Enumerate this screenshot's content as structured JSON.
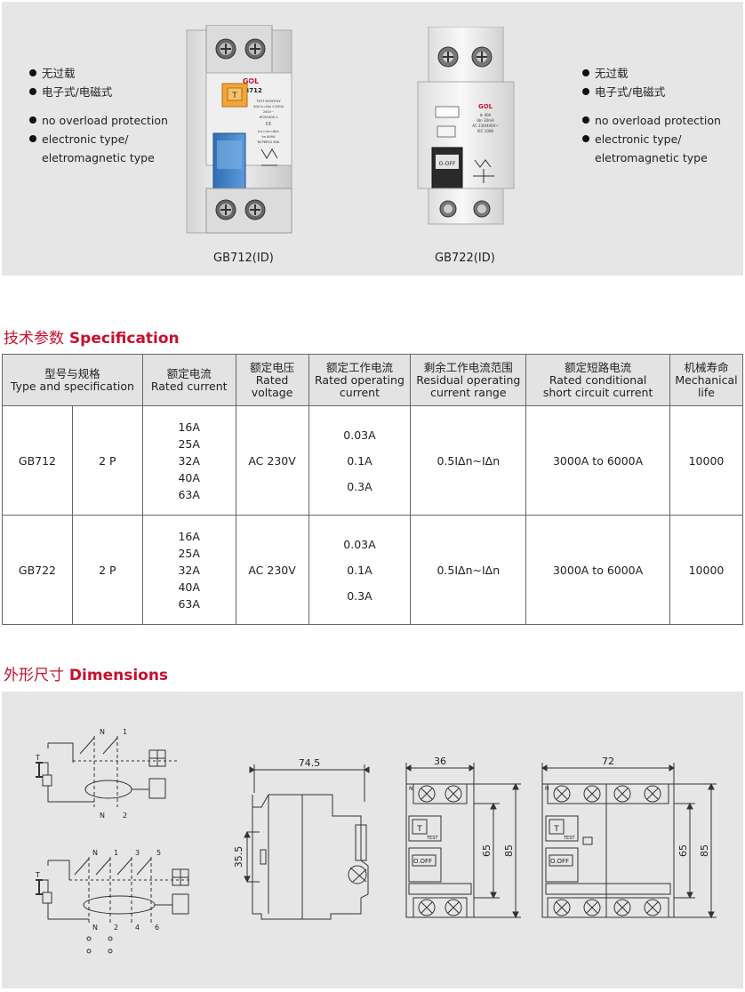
{
  "features_left": {
    "cn1": "无过载",
    "cn2": "电子式/电磁式",
    "en1": "no overload protection",
    "en2a": "electronic type/",
    "en2b": "eletromagnetic type"
  },
  "features_right": {
    "cn1": "无过载",
    "cn2": "电子式/电磁式",
    "en1": "no overload protection",
    "en2a": "electronic type/",
    "en2b": "eletromagnetic type"
  },
  "products": [
    {
      "caption": "GB712(ID)",
      "brand": "G✪L",
      "model": "GB712",
      "test_btn": "T",
      "label_lines": [
        "TEST MONTHLY",
        "40A ln=IΔn 0.030A",
        "240V~",
        "IEC61008-1",
        "C€",
        "Inc=lnc=6kA",
        "Im 800A",
        "BCP8P2G 80A"
      ]
    },
    {
      "caption": "GB722(ID)",
      "brand": "G✪L",
      "label_lines": [
        "In 40A",
        "IΔn 30mA",
        "AC 230/400V~",
        "IEC 1008"
      ],
      "off_label": "O-OFF"
    }
  ],
  "spec_section": {
    "title_cn": "技术参数",
    "title_en": "Specification"
  },
  "spec_table": {
    "headers": {
      "type": {
        "cn": "型号与规格",
        "en": "Type and specification"
      },
      "current": {
        "cn": "额定电流",
        "en": "Rated current"
      },
      "voltage": {
        "cn": "额定电压",
        "en1": "Rated",
        "en2": "voltage"
      },
      "operating": {
        "cn": "额定工作电流",
        "en1": "Rated operating",
        "en2": "current"
      },
      "residual": {
        "cn": "剩余工作电流范围",
        "en1": "Residual operating",
        "en2": "current range"
      },
      "short": {
        "cn": "额定短路电流",
        "en1": "Rated conditional",
        "en2": "short circuit current"
      },
      "life": {
        "cn": "机械寿命",
        "en1": "Mechanical",
        "en2": "life"
      }
    },
    "rows": [
      {
        "model": "GB712",
        "poles": "2 P",
        "currents": [
          "16A",
          "25A",
          "32A",
          "40A",
          "63A"
        ],
        "voltage": "AC 230V",
        "operating": [
          "0.03A",
          "0.1A",
          "0.3A"
        ],
        "residual": "0.5IΔn~IΔn",
        "short": "3000A to 6000A",
        "life": "10000"
      },
      {
        "model": "GB722",
        "poles": "2 P",
        "currents": [
          "16A",
          "25A",
          "32A",
          "40A",
          "63A"
        ],
        "voltage": "AC 230V",
        "operating": [
          "0.03A",
          "0.1A",
          "0.3A"
        ],
        "residual": "0.5IΔn~IΔn",
        "short": "3000A to 6000A",
        "life": "10000"
      }
    ]
  },
  "dim_section": {
    "title_cn": "外形尺寸",
    "title_en": "Dimensions"
  },
  "drawings": {
    "schematic1": {
      "t": "T",
      "n_top": "N",
      "one": "1",
      "n_bot": "N",
      "two": "2"
    },
    "schematic2": {
      "t": "T",
      "n": "N",
      "one": "1",
      "three": "3",
      "five": "5",
      "n_bot": "N",
      "two": "2",
      "four": "4",
      "six": "6"
    },
    "side": {
      "width": "74.5",
      "height": "35.5"
    },
    "front2p": {
      "width": "36",
      "inner": "65",
      "outer": "85",
      "test": "T",
      "test_text": "TEST",
      "off": "O.OFF",
      "n": "N"
    },
    "front4p": {
      "width": "72",
      "inner": "65",
      "outer": "85",
      "test": "T",
      "test_text": "TEST",
      "off": "O.OFF",
      "n": "N"
    }
  }
}
